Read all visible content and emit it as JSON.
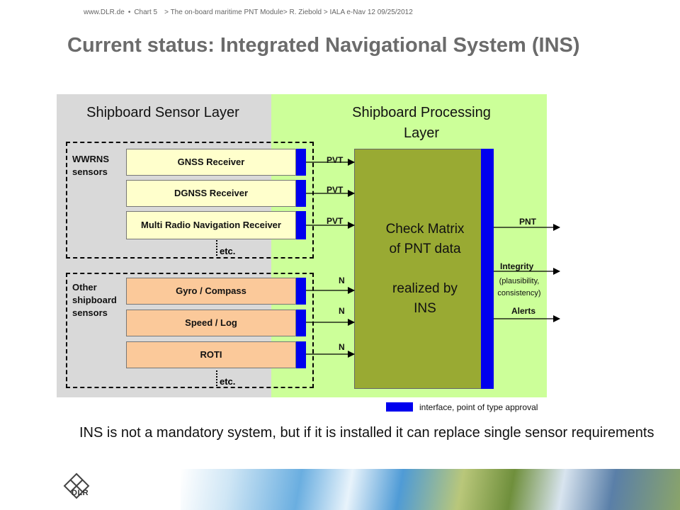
{
  "header": {
    "site": "www.DLR.de",
    "chart": "Chart 5",
    "path": "> The on-board maritime PNT Module> R. Ziebold > IALA e-Nav 12 09/25/2012"
  },
  "title": "Current status: Integrated Navigational System (INS)",
  "layers": {
    "sensor": "Shipboard Sensor Layer",
    "processing": "Shipboard Processing Layer"
  },
  "groups": [
    {
      "label": "WWRNS sensors",
      "sensors": [
        "GNSS Receiver",
        "DGNSS Receiver",
        "Multi Radio Navigation Receiver"
      ],
      "outputs": [
        "PVT",
        "PVT",
        "PVT"
      ],
      "etc": "etc."
    },
    {
      "label": "Other shipboard sensors",
      "sensors": [
        "Gyro / Compass",
        "Speed / Log",
        "ROTI"
      ],
      "outputs": [
        "N",
        "N",
        "N"
      ],
      "etc": "etc."
    }
  ],
  "matrix": {
    "line1": "Check Matrix",
    "line2": "of PNT data",
    "line3": "realized by",
    "line4": "INS"
  },
  "outputs": {
    "pnt": "PNT",
    "integrity": "Integrity",
    "integrity_detail1": "(plausibility,",
    "integrity_detail2": "consistency)",
    "alerts": "Alerts"
  },
  "legend": "interface, point of type approval",
  "footer": "INS is not a mandatory system, but if it is installed it can replace single sensor requirements",
  "logo_text": "DLR",
  "colors": {
    "interface": "#0000ee",
    "matrix": "#99aa33",
    "sensor_panel": "#d9d9d9",
    "processing_panel": "#ccff99",
    "wwrns_box": "#ffffcc",
    "other_box": "#fbc99a"
  }
}
